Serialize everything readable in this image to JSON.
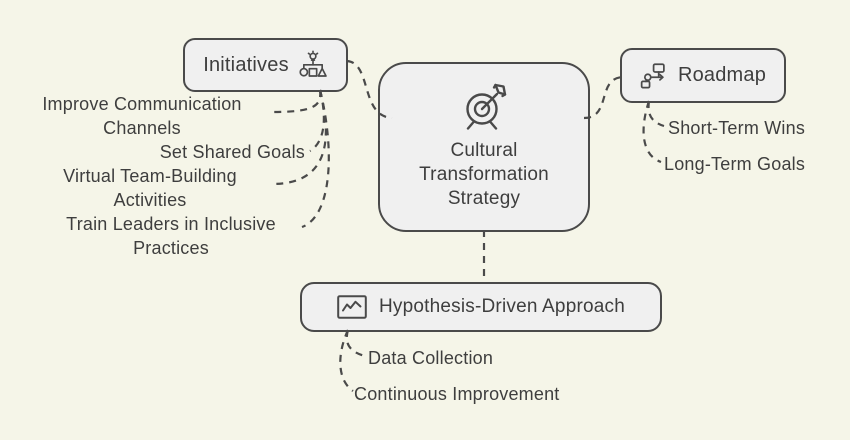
{
  "colors": {
    "bg": "#f5f5e8",
    "nodeFill": "#f0f0f0",
    "line": "#4a4a4a",
    "text": "#3e3e3e"
  },
  "nodes": {
    "center": {
      "label": "Cultural Transformation Strategy",
      "icon": "target-dart-icon"
    },
    "initiatives": {
      "label": "Initiatives",
      "icon": "idea-shapes-icon",
      "children": [
        "Improve Communication Channels",
        "Set Shared Goals",
        "Virtual Team-Building Activities",
        "Train Leaders in Inclusive Practices"
      ]
    },
    "roadmap": {
      "label": "Roadmap",
      "icon": "flowchart-icon",
      "children": [
        "Short-Term Wins",
        "Long-Term Goals"
      ]
    },
    "hypothesis": {
      "label": "Hypothesis-Driven Approach",
      "icon": "line-chart-icon",
      "children": [
        "Data Collection",
        "Continuous Improvement"
      ]
    }
  }
}
